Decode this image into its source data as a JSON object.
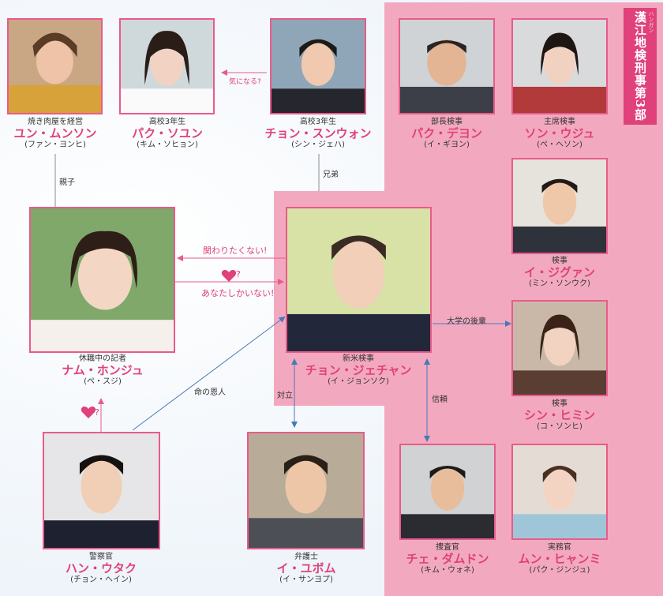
{
  "group_title": "漢江地検刑事第3部",
  "group_ruby": "ハンガン",
  "colors": {
    "accent": "#e0417a",
    "frame": "#e85b8a",
    "pink_region": "#f2a9bf",
    "line": "#4a78b8",
    "arrow_pink": "#e85b8a"
  },
  "characters": {
    "yun": {
      "role": "焼き肉屋を経営",
      "name": "ユン・ムンソン",
      "actor": "(ファン・ヨンヒ)"
    },
    "soyun": {
      "role": "高校3年生",
      "name": "パク・ソユン",
      "actor": "(キム・ソヒョン)"
    },
    "seungwon": {
      "role": "高校3年生",
      "name": "チョン・スンウォン",
      "actor": "(シン・ジェハ)"
    },
    "deyon": {
      "role": "部長検事",
      "name": "パク・デヨン",
      "actor": "(イ・ギヨン)"
    },
    "uju": {
      "role": "主席検事",
      "name": "ソン・ウジュ",
      "actor": "(ペ・ヘソン)"
    },
    "jigwan": {
      "role": "検事",
      "name": "イ・ジグァン",
      "actor": "(ミン・ソンウク)"
    },
    "hongju": {
      "role": "休職中の記者",
      "name": "ナム・ホンジュ",
      "actor": "(ペ・スジ)"
    },
    "jechan": {
      "role": "新米検事",
      "name": "チョン・ジェチャン",
      "actor": "(イ・ジョンソク)"
    },
    "himin": {
      "role": "検事",
      "name": "シン・ヒミン",
      "actor": "(コ・ソンヒ)"
    },
    "utak": {
      "role": "警察官",
      "name": "ハン・ウタク",
      "actor": "(チョン・ヘイン)"
    },
    "yubom": {
      "role": "弁護士",
      "name": "イ・ユボム",
      "actor": "(イ・サンヨプ)"
    },
    "damdon": {
      "role": "捜査官",
      "name": "チェ・ダムドン",
      "actor": "(キム・ウォネ)"
    },
    "hyami": {
      "role": "実務官",
      "name": "ムン・ヒャンミ",
      "actor": "(パク・ジンジュ)"
    }
  },
  "relations": {
    "kininaru": "気になる?",
    "oyako": "親子",
    "kyodai": "兄弟",
    "kakawari": "関わりたくない!",
    "heart_q1": "?",
    "anata": "あなたしかいない!",
    "kohai": "大学の後輩",
    "inochi": "命の恩人",
    "heart_q2": "?",
    "tairitsu": "対立",
    "shinrai": "信頼"
  }
}
